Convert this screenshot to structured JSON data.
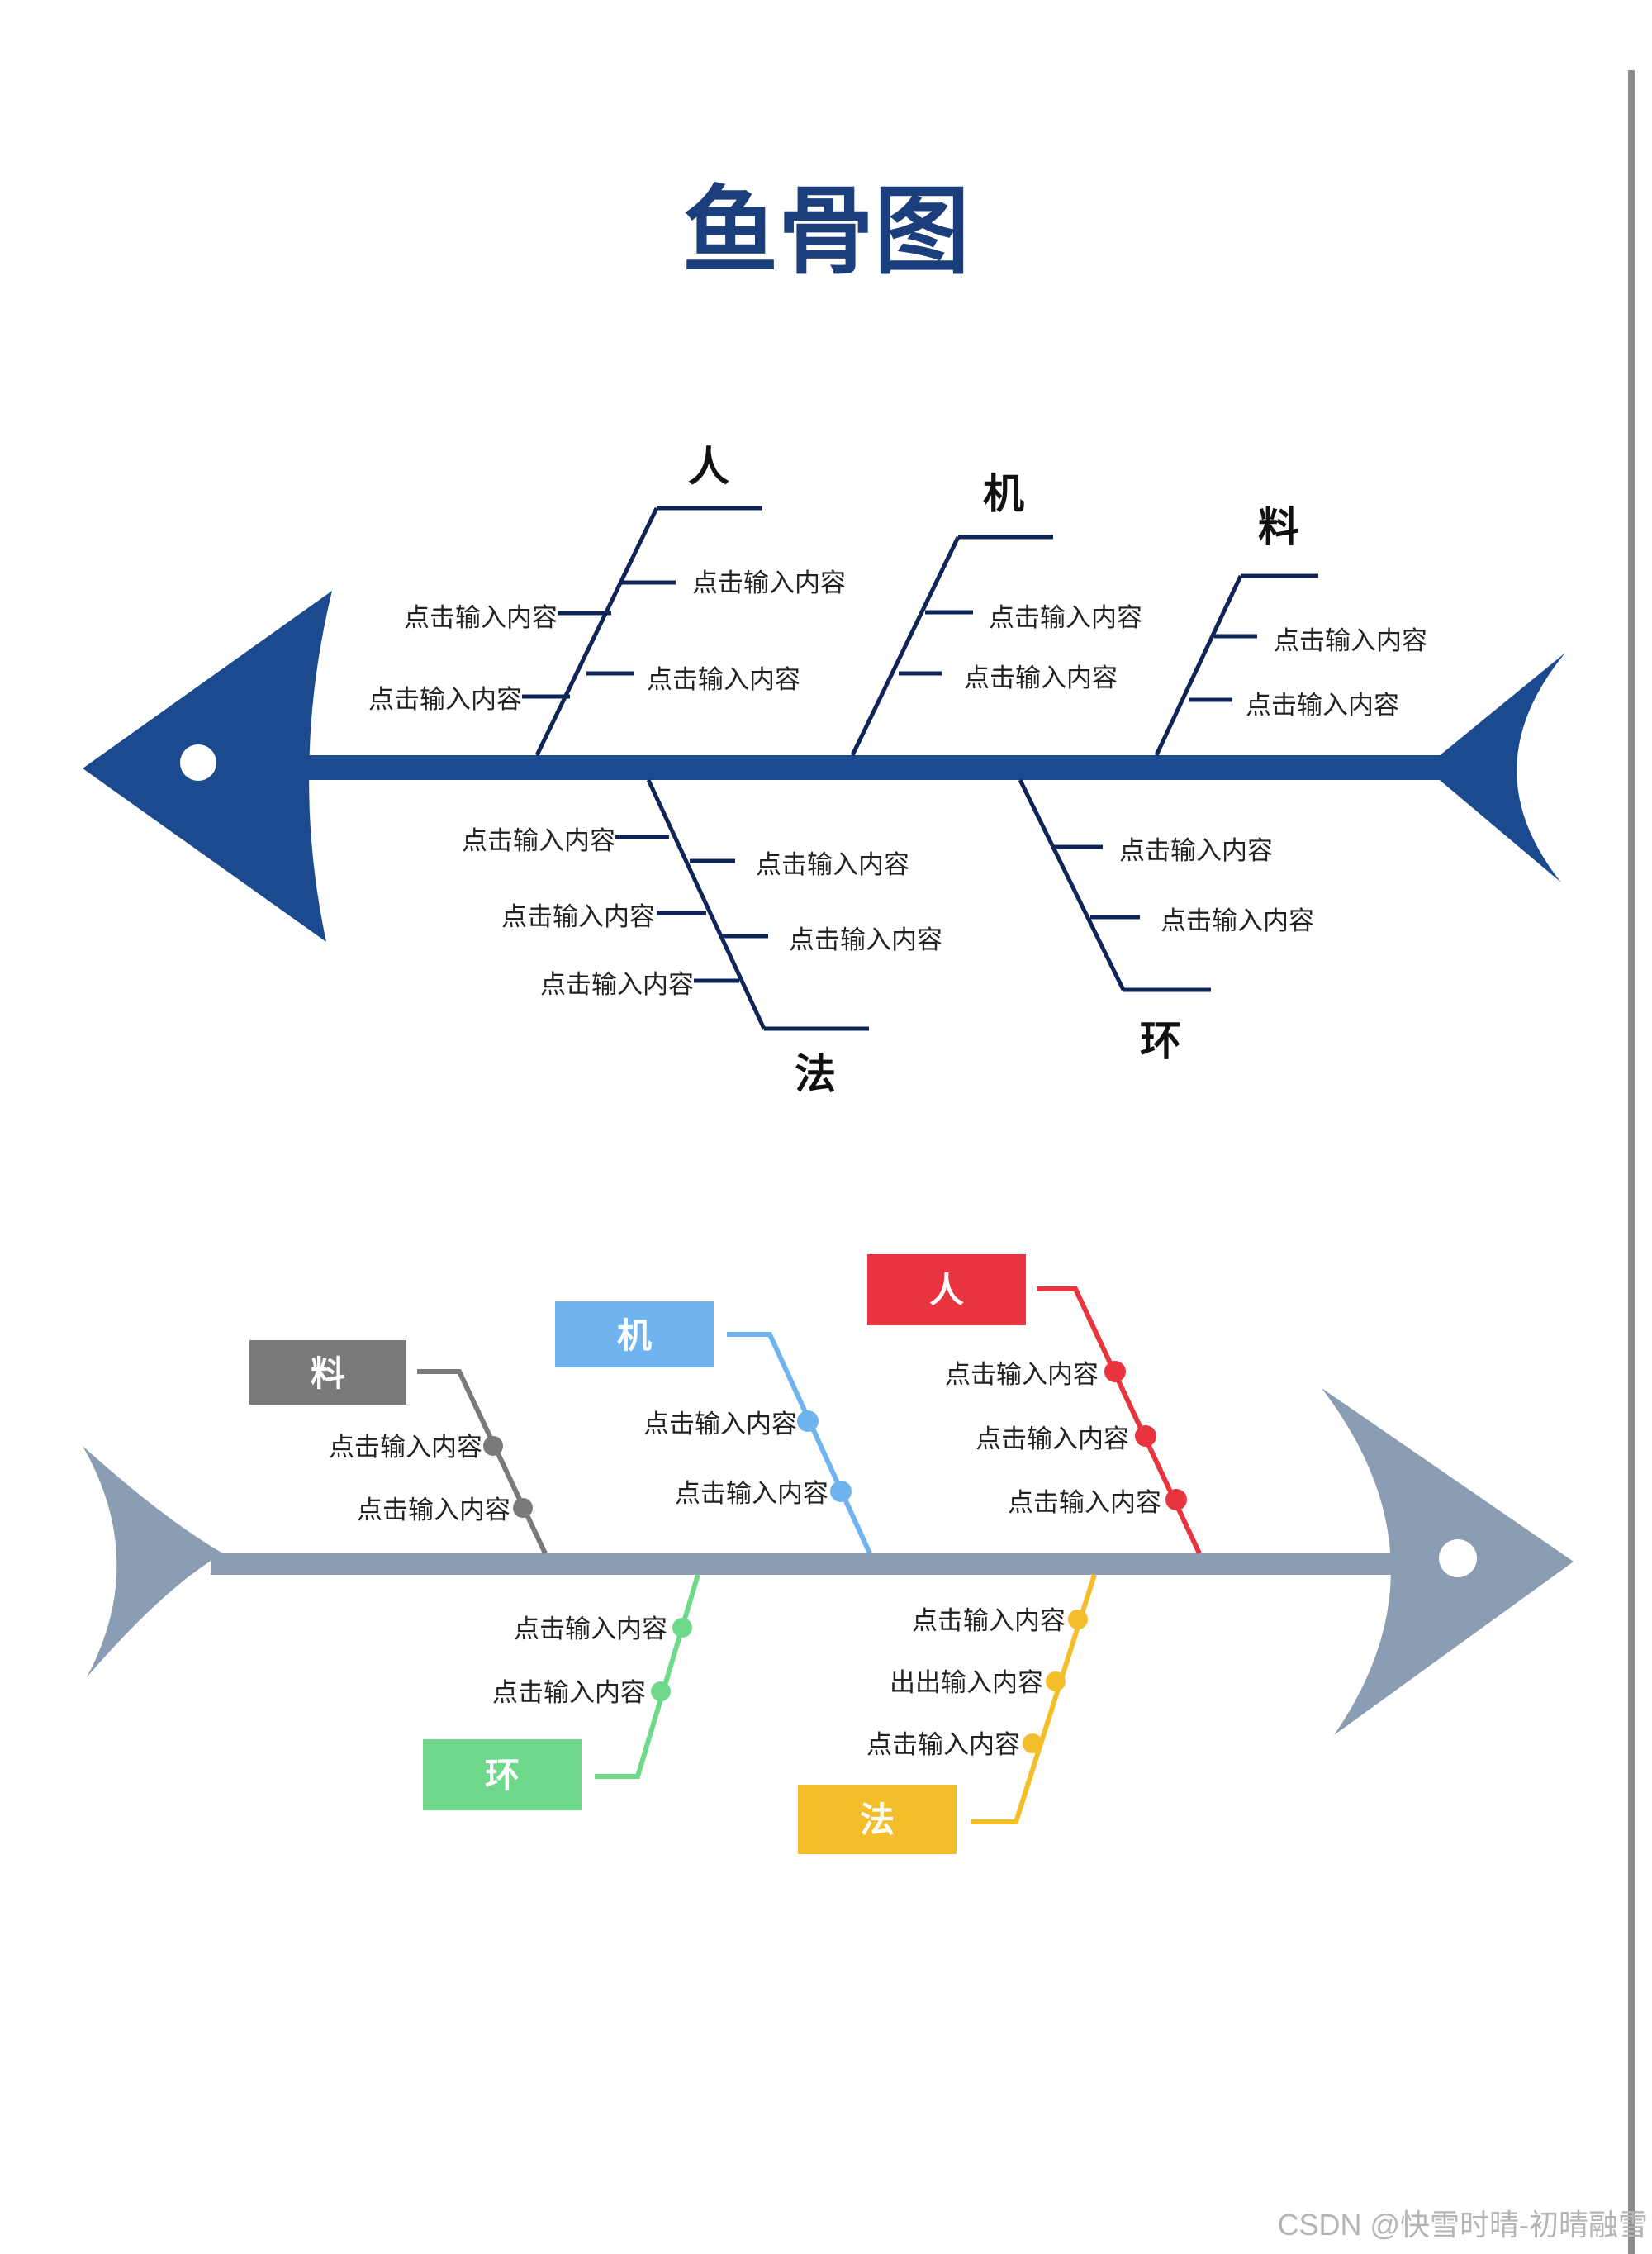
{
  "title": "鱼骨图",
  "diagram1": {
    "colors": {
      "bone": "#1b4a8f",
      "lines": "#0f2457",
      "text": "#222222"
    },
    "categories": [
      "人",
      "机",
      "料",
      "法",
      "环"
    ],
    "items": {
      "ren": [
        "点击输入内容",
        "点击输入内容",
        "点击输入内容",
        "点击输入内容"
      ],
      "ji": [
        "点击输入内容",
        "点击输入内容"
      ],
      "liao": [
        "点击输入内容",
        "点击输入内容"
      ],
      "fa": [
        "点击输入内容",
        "点击输入内容",
        "点击输入内容",
        "点击输入内容",
        "点击输入内容"
      ],
      "huan": [
        "点击输入内容",
        "点击输入内容"
      ]
    }
  },
  "diagram2": {
    "colors": {
      "bone": "#8a9db3",
      "ren": "#e8343f",
      "ji": "#6fb4ef",
      "liao": "#7a7a7a",
      "huan": "#6ed98a",
      "fa": "#f4be2a"
    },
    "categories": {
      "ren": "人",
      "ji": "机",
      "liao": "料",
      "huan": "环",
      "fa": "法"
    },
    "items": {
      "ren": [
        "点击输入内容",
        "点击输入内容",
        "点击输入内容"
      ],
      "ji": [
        "点击输入内容",
        "点击输入内容"
      ],
      "liao": [
        "点击输入内容",
        "点击输入内容"
      ],
      "huan": [
        "点击输入内容",
        "点击输入内容"
      ],
      "fa": [
        "点击输入内容",
        "出出输入内容",
        "点击输入内容"
      ]
    }
  },
  "watermark": "CSDN @快雪时晴-初晴融雪"
}
